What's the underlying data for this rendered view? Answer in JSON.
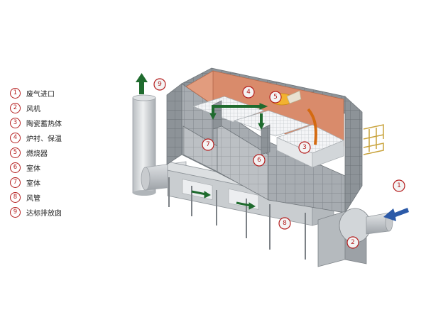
{
  "legend": [
    {
      "num": "1",
      "label": "废气进口"
    },
    {
      "num": "2",
      "label": "风机"
    },
    {
      "num": "3",
      "label": "陶瓷蓄热体"
    },
    {
      "num": "4",
      "label": "炉衬、保温"
    },
    {
      "num": "5",
      "label": "燃烧器"
    },
    {
      "num": "6",
      "label": "室体"
    },
    {
      "num": "7",
      "label": "室体"
    },
    {
      "num": "8",
      "label": "风管"
    },
    {
      "num": "9",
      "label": "达标排放囱"
    }
  ],
  "callouts": {
    "c1": "1",
    "c2": "2",
    "c3": "3",
    "c4": "4",
    "c5": "5",
    "c6": "6",
    "c7": "7",
    "c8": "8",
    "c9": "9"
  },
  "colors": {
    "callout_ring": "#b51d1d",
    "inlet_arrow": "#2c5aa8",
    "flow_arrow": "#1f6b2e",
    "hot_gas_arrow": "#d46a10",
    "lining": "#d98b6b",
    "housing": "#a6abb0"
  }
}
